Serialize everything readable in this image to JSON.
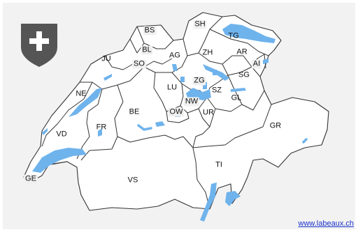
{
  "map": {
    "cantons": {
      "bs": "BS",
      "sh": "SH",
      "tg": "TG",
      "bl": "BL",
      "ju": "JU",
      "ag": "AG",
      "zh": "ZH",
      "ar": "AR",
      "ai": "AI",
      "so": "SO",
      "sg": "SG",
      "zg": "ZG",
      "lu": "LU",
      "ne": "NE",
      "sz": "SZ",
      "gl": "GL",
      "nw": "NW",
      "be": "BE",
      "ow": "OW",
      "ur": "UR",
      "fr": "FR",
      "gr": "GR",
      "vd": "VD",
      "ti": "TI",
      "vs": "VS",
      "ge": "GE"
    },
    "colors": {
      "lake": "#6fb3ec",
      "background": "#f2f2f2",
      "border": "#333333"
    }
  },
  "coat_of_arms": {
    "icon": "swiss-cross-shield-icon",
    "color": "#555555"
  },
  "credit": {
    "link_text": "www.labeaux.ch"
  }
}
